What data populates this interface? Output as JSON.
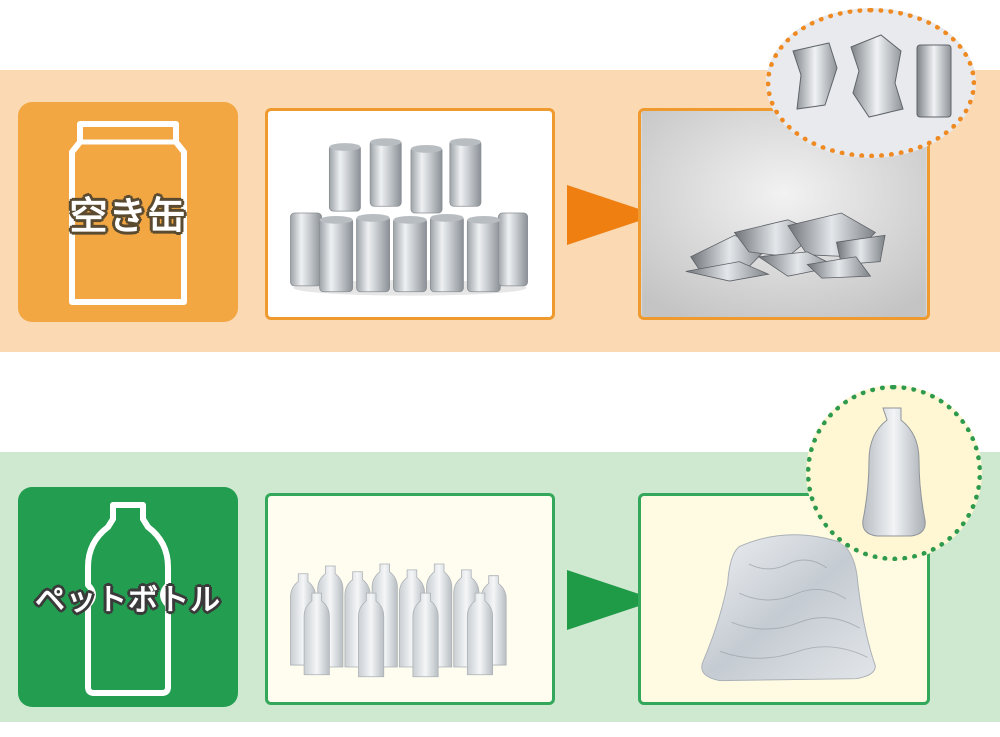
{
  "rows": {
    "cans": {
      "label": "空き缶",
      "accent_color": "#f2a743",
      "band_color": "#fad9b3",
      "icon": "can-outline-icon",
      "before_image": "stacked-aluminum-cans",
      "after_image": "crushed-aluminum-pile",
      "detail_image": "crushed-can-closeup"
    },
    "pet": {
      "label": "ペットボトル",
      "accent_color": "#239d50",
      "band_color": "#cfe8d0",
      "icon": "bottle-outline-icon",
      "before_image": "clustered-pet-bottles",
      "after_image": "compressed-bottle-bale",
      "detail_image": "flattened-bottle-closeup"
    }
  }
}
